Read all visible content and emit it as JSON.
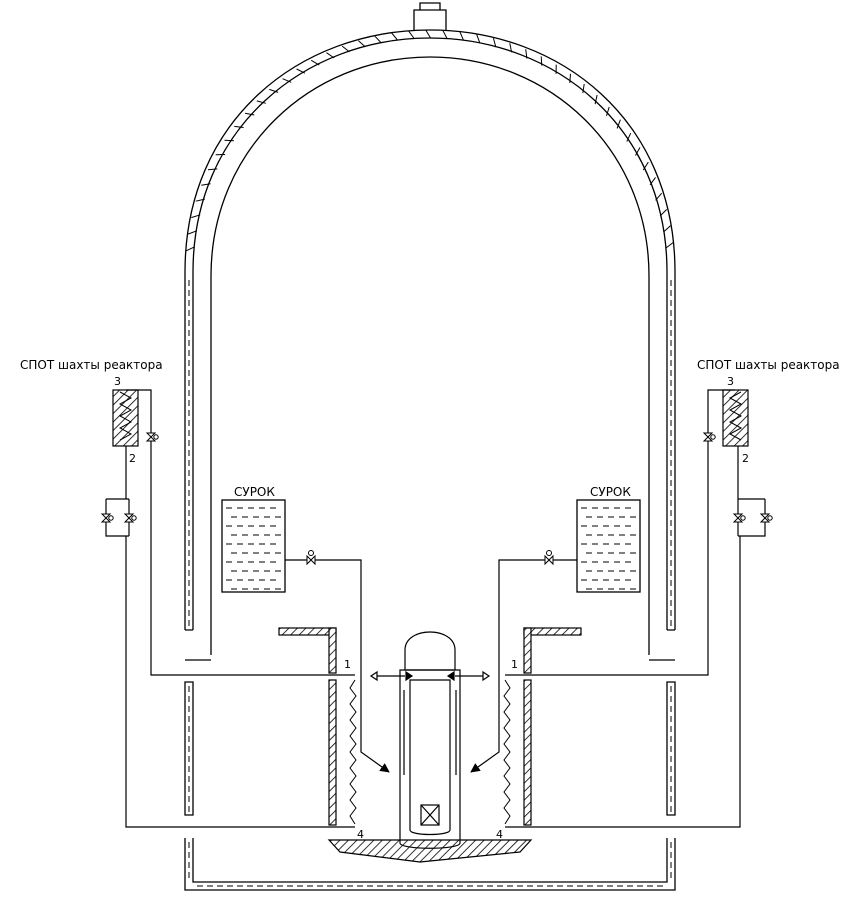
{
  "labels": {
    "spot_left": "СПОТ шахты реактора",
    "spot_right": "СПОТ шахты реактора",
    "tank_left": "СУРОК",
    "tank_right": "СУРОК",
    "hx_left_top": "3",
    "hx_left_bottom": "2",
    "hx_right_top": "3",
    "hx_right_bottom": "2",
    "node_left_1": "1",
    "node_right_1": "1",
    "node_left_4": "4",
    "node_right_4": "4"
  },
  "colors": {
    "line": "#000000",
    "background": "#ffffff"
  }
}
